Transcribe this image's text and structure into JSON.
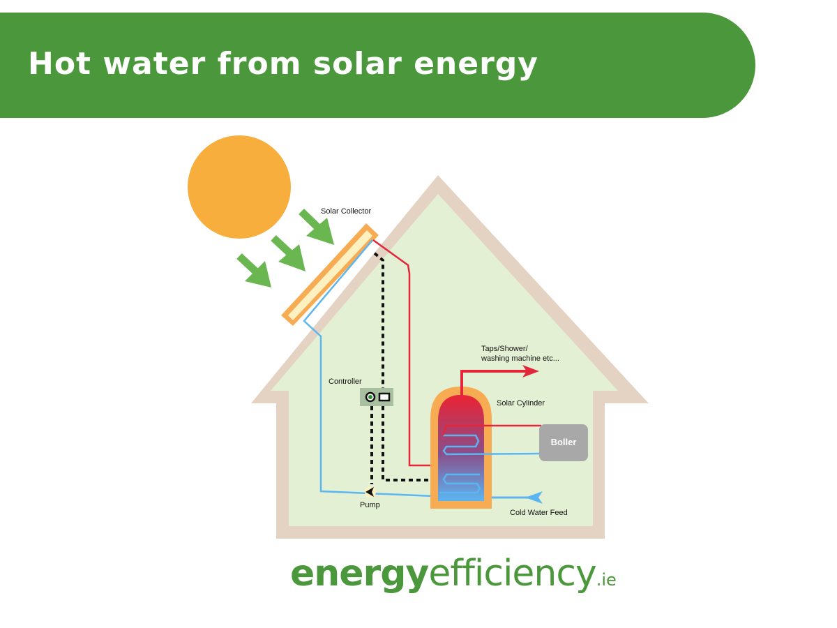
{
  "header": {
    "title": "Hot water from solar energy"
  },
  "labels": {
    "solar_collector": "Solar Collector",
    "controller": "Controller",
    "pump": "Pump",
    "solar_cylinder": "Solar Cylinder",
    "taps_line1": "Taps/Shower/",
    "taps_line2": "washing machine etc...",
    "boiler": "Boller",
    "cold_water_feed": "Cold Water Feed"
  },
  "logo": {
    "part_bold": "energy",
    "part_light": "efficiency",
    "part_suffix": ".ie"
  },
  "colors": {
    "brand_green": "#4b973b",
    "sun": "#f8ae3c",
    "house_outline": "#e4d3c2",
    "house_fill": "#e4f0d3",
    "hot": "#e3263a",
    "cold": "#5bb5f1",
    "boiler": "#a8a8a8",
    "controller": "#a9bfa1",
    "collector_frame": "#f7ac53",
    "collector_panel": "#fdf1c2",
    "arrow_green": "#6ab651"
  }
}
